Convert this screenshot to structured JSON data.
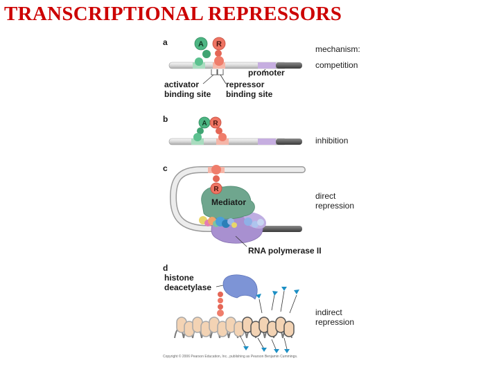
{
  "title": "TRANSCRIPTIONAL REPRESSORS",
  "colors": {
    "title": "#cc0000",
    "activator": "#4db583",
    "repressor": "#ee7463",
    "promoter": "#c6aee0",
    "dna_light": "#e4e4e4",
    "dna_dark": "#5a5a5a",
    "mediator": "#6fa68e",
    "polymerase": "#a890d0",
    "deacetylase": "#7d94d6",
    "nucleosome": "#f3d3b4",
    "acetyl": "#1c8fc4"
  },
  "panels": {
    "a": {
      "letter": "a",
      "activator_glyph": "A",
      "repressor_glyph": "R",
      "mechanism_heading": "mechanism:",
      "mechanism": "competition",
      "promoter_label": "promoter",
      "activator_site_label_1": "activator",
      "activator_site_label_2": "binding site",
      "repressor_site_label_1": "repressor",
      "repressor_site_label_2": "binding site"
    },
    "b": {
      "letter": "b",
      "activator_glyph": "A",
      "repressor_glyph": "R",
      "mechanism": "inhibition"
    },
    "c": {
      "letter": "c",
      "repressor_glyph": "R",
      "mediator_label": "Mediator",
      "polymerase_label": "RNA polymerase II",
      "mechanism_1": "direct",
      "mechanism_2": "repression"
    },
    "d": {
      "letter": "d",
      "enzyme_label_1": "histone",
      "enzyme_label_2": "deacetylase",
      "mechanism_1": "indirect",
      "mechanism_2": "repression"
    }
  },
  "copyright": "Copyright © 2006 Pearson Education, Inc., publishing as Pearson Benjamin Cummings."
}
